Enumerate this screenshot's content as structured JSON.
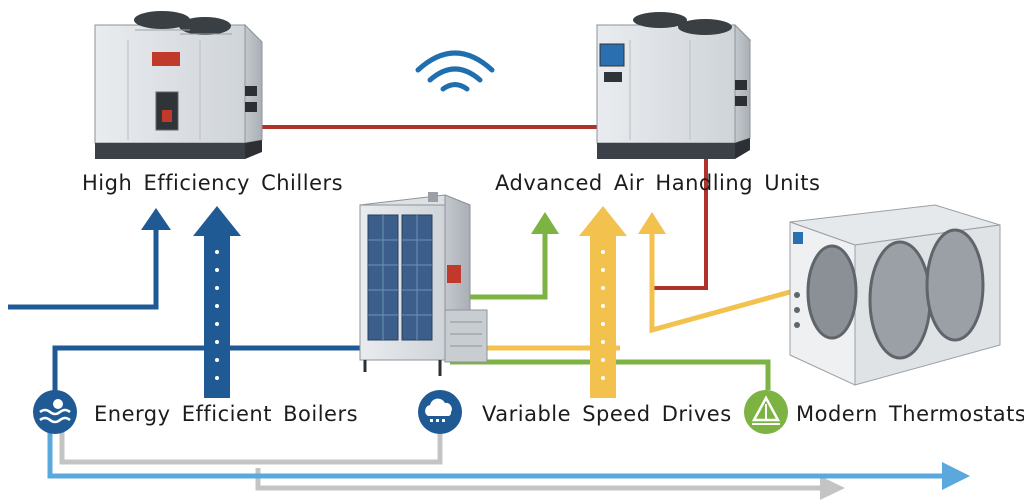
{
  "labels": {
    "chillers": "High Efficiency Chillers",
    "air_handling": "Advanced Air Handling Units",
    "boilers": "Energy Efficient Boilers",
    "vsd": "Variable Speed Drives",
    "thermostats": "Modern Thermostats"
  },
  "colors": {
    "blue": "#1f5a94",
    "light_blue": "#5aa8dc",
    "red": "#b0302a",
    "green": "#7cb342",
    "yellow": "#f2c14e",
    "gray": "#c4c4c4"
  },
  "icons": {
    "boilers": "water-wave-icon",
    "vsd": "cloud-icon",
    "thermostats": "leaf-icon",
    "wireless": "wifi-signal-icon"
  }
}
